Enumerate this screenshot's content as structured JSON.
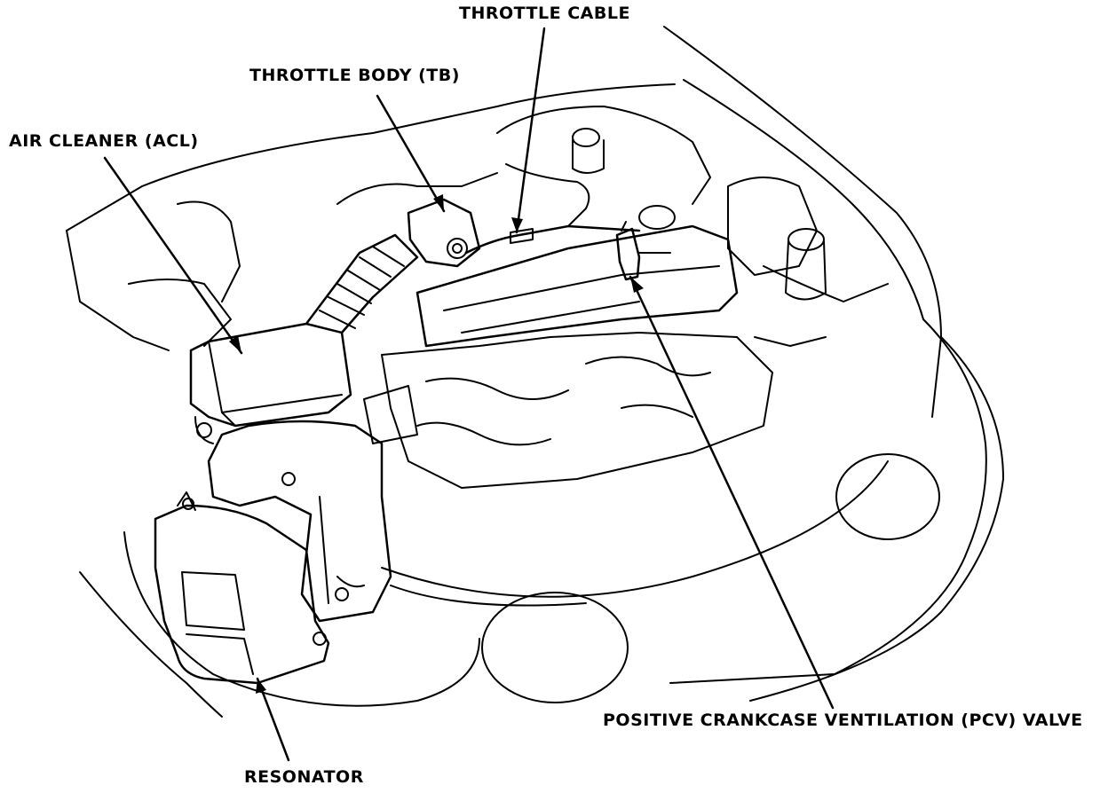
{
  "labels": {
    "throttle_cable": "THROTTLE CABLE",
    "throttle_body": "THROTTLE BODY (TB)",
    "air_cleaner": "AIR CLEANER (ACL)",
    "resonator": "RESONATOR",
    "pcv_valve": "POSITIVE CRANKCASE VENTILATION (PCV) VALVE"
  },
  "colors": {
    "ink": "#000000",
    "paper": "#ffffff"
  }
}
